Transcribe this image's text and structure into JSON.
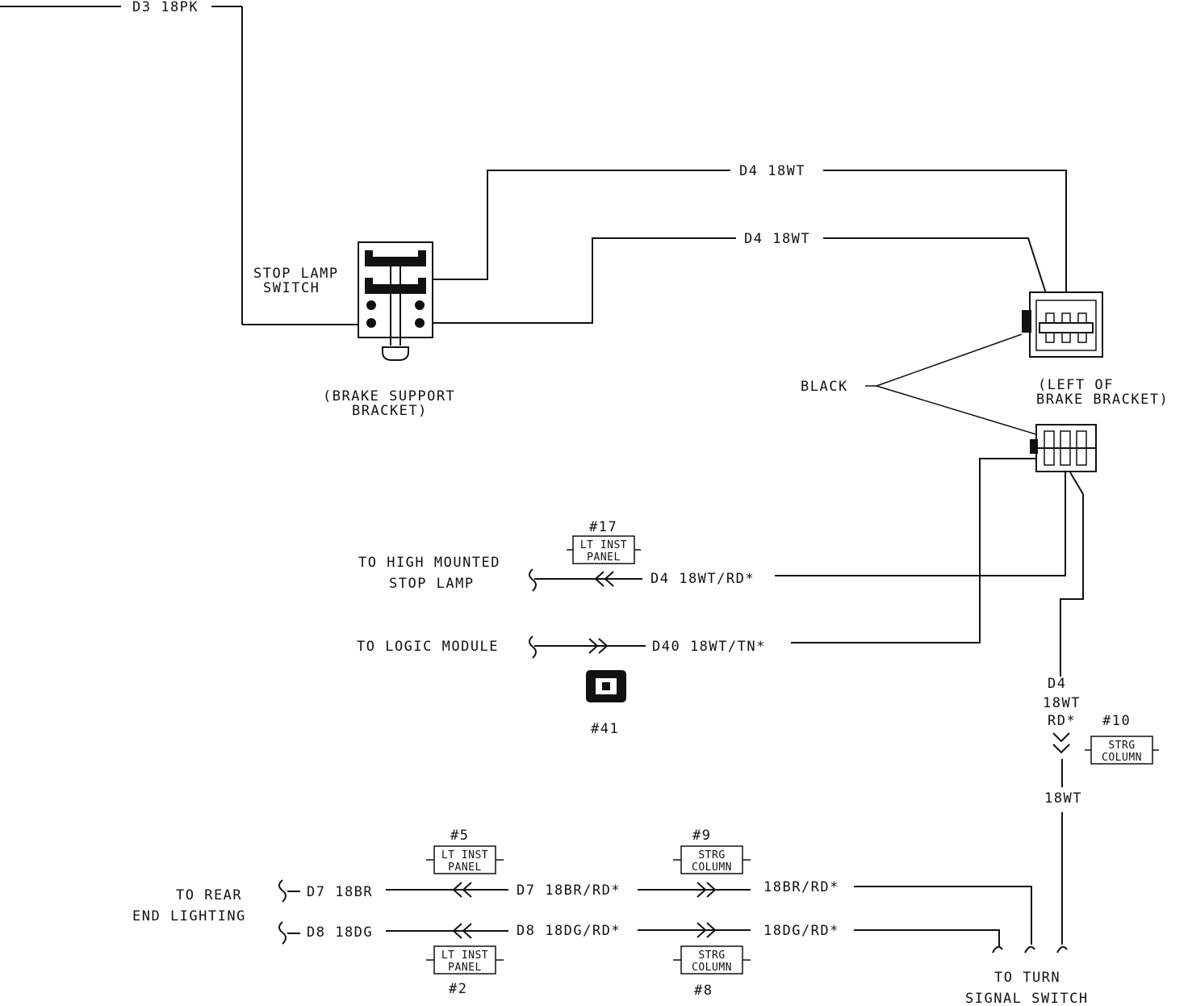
{
  "wires": {
    "d3_18pk": "D3 18PK",
    "d4_top": "D4  18WT",
    "d4_second": "D4  18WT",
    "d4_hmsl": "D4  18WT/RD*",
    "d40": "D40 18WT/TN*",
    "d4_vert_1": "D4",
    "d4_vert_2": "18WT",
    "d4_vert_3": "RD*",
    "wt_18": "18WT",
    "d7_left": "D7  18BR",
    "d7_mid": "D7  18BR/RD*",
    "d7_right": "18BR/RD*",
    "d8_left": "D8  18DG",
    "d8_mid": "D8  18DG/RD*",
    "d8_right": "18DG/RD*"
  },
  "labels": {
    "stop_lamp_switch_1": "STOP LAMP",
    "stop_lamp_switch_2": "SWITCH",
    "brake_support_1": "(BRAKE SUPPORT",
    "brake_support_2": "BRACKET)",
    "black": "BLACK",
    "left_of_brake_1": "(LEFT OF",
    "left_of_brake_2": "BRAKE BRACKET)",
    "to_hmsl_1": "TO HIGH MOUNTED",
    "to_hmsl_2": "STOP LAMP",
    "to_logic_module": "TO LOGIC MODULE",
    "to_rear_1": "TO REAR",
    "to_rear_2": "END LIGHTING",
    "to_turn_1": "TO TURN",
    "to_turn_2": "SIGNAL SWITCH"
  },
  "connectors": {
    "c17": {
      "num": "#17",
      "l1": "LT INST",
      "l2": "PANEL"
    },
    "c41": {
      "num": "#41"
    },
    "c10": {
      "num": "#10",
      "l1": "STRG",
      "l2": "COLUMN"
    },
    "c5": {
      "num": "#5",
      "l1": "LT INST",
      "l2": "PANEL"
    },
    "c9": {
      "num": "#9",
      "l1": "STRG",
      "l2": "COLUMN"
    },
    "c2": {
      "num": "#2",
      "l1": "LT INST",
      "l2": "PANEL"
    },
    "c8": {
      "num": "#8",
      "l1": "STRG",
      "l2": "COLUMN"
    }
  },
  "icons": [
    "stop-lamp-switch-icon",
    "connector-icon",
    "splice-icon",
    "arrow-icon",
    "wire-break-icon"
  ]
}
